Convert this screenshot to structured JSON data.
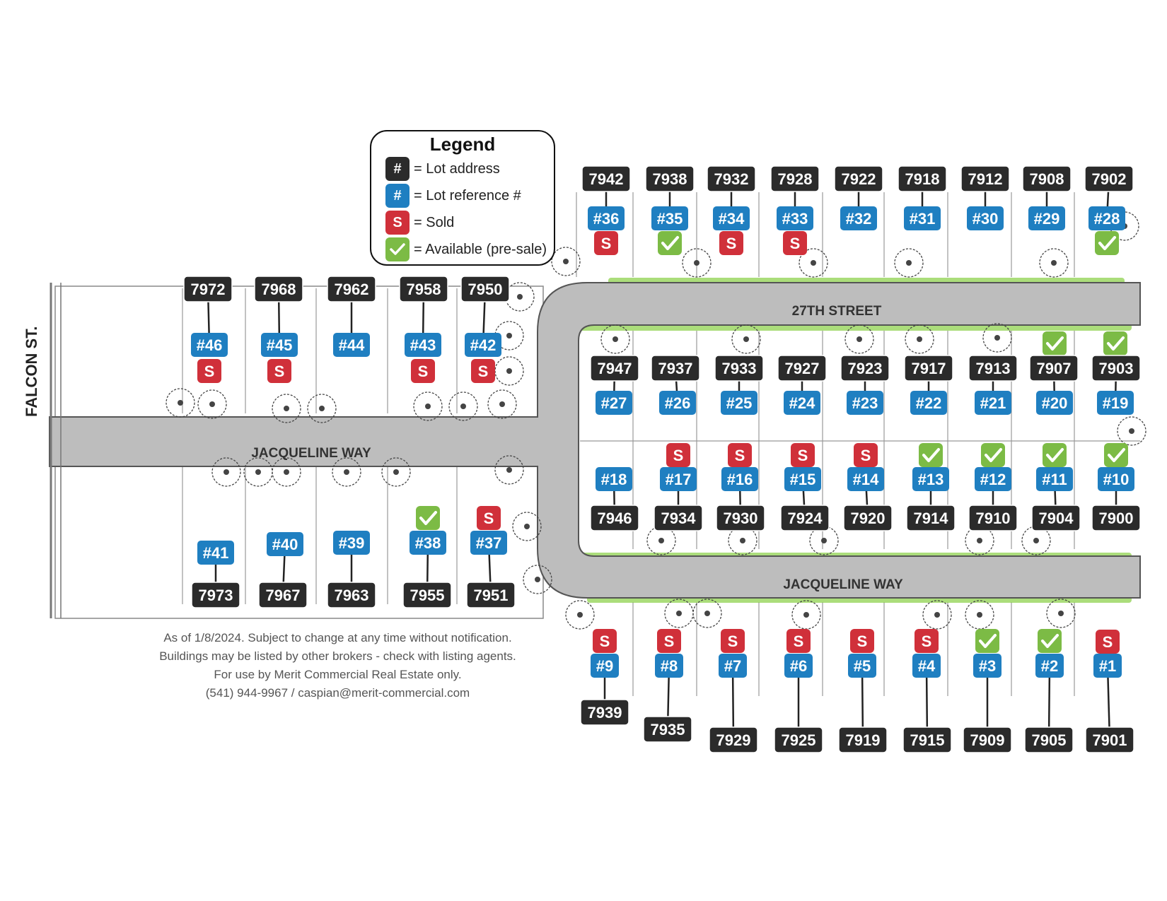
{
  "streets": {
    "falcon": "FALCON ST.",
    "street_27th": "27TH STREET",
    "jacqueline_west": "JACQUELINE WAY",
    "jacqueline_east": "JACQUELINE WAY"
  },
  "legend": {
    "title": "Legend",
    "items": [
      {
        "symbol": "#",
        "color": "#2b2b2b",
        "text": "= Lot address"
      },
      {
        "symbol": "#",
        "color": "#1f7fc1",
        "text": "= Lot reference #"
      },
      {
        "symbol": "S",
        "color": "#d0303a",
        "text": "= Sold"
      },
      {
        "symbol": "check-icon",
        "color": "#7cbb45",
        "text": "= Available (pre-sale)"
      }
    ]
  },
  "colors": {
    "address": "#2b2b2b",
    "reference": "#1f7fc1",
    "sold": "#d0303a",
    "available": "#7cbb45",
    "landscape": "#8fd14f",
    "road": "#bdbdbd"
  },
  "note": [
    "As of 1/8/2024. Subject to change at any time without notification.",
    "Buildings may be listed by other brokers - check with listing agents.",
    "For use by Merit Commercial Real Estate only.",
    "(541) 944-9967 / caspian@merit-commercial.com"
  ],
  "lots": [
    {
      "ref": "#1",
      "address": "7901",
      "status": "sold"
    },
    {
      "ref": "#2",
      "address": "7905",
      "status": "available"
    },
    {
      "ref": "#3",
      "address": "7909",
      "status": "available"
    },
    {
      "ref": "#4",
      "address": "7915",
      "status": "sold"
    },
    {
      "ref": "#5",
      "address": "7919",
      "status": "sold"
    },
    {
      "ref": "#6",
      "address": "7925",
      "status": "sold"
    },
    {
      "ref": "#7",
      "address": "7929",
      "status": "sold"
    },
    {
      "ref": "#8",
      "address": "7935",
      "status": "sold"
    },
    {
      "ref": "#9",
      "address": "7939",
      "status": "sold"
    },
    {
      "ref": "#10",
      "address": "7900",
      "status": "available"
    },
    {
      "ref": "#11",
      "address": "7904",
      "status": "available"
    },
    {
      "ref": "#12",
      "address": "7910",
      "status": "available"
    },
    {
      "ref": "#13",
      "address": "7914",
      "status": "available"
    },
    {
      "ref": "#14",
      "address": "7920",
      "status": "sold"
    },
    {
      "ref": "#15",
      "address": "7924",
      "status": "sold"
    },
    {
      "ref": "#16",
      "address": "7930",
      "status": "sold"
    },
    {
      "ref": "#17",
      "address": "7934",
      "status": "sold"
    },
    {
      "ref": "#18",
      "address": "7946",
      "status": "none"
    },
    {
      "ref": "#19",
      "address": "7903",
      "status": "available"
    },
    {
      "ref": "#20",
      "address": "7907",
      "status": "available"
    },
    {
      "ref": "#21",
      "address": "7913",
      "status": "none"
    },
    {
      "ref": "#22",
      "address": "7917",
      "status": "none"
    },
    {
      "ref": "#23",
      "address": "7923",
      "status": "none"
    },
    {
      "ref": "#24",
      "address": "7927",
      "status": "none"
    },
    {
      "ref": "#25",
      "address": "7933",
      "status": "none"
    },
    {
      "ref": "#26",
      "address": "7937",
      "status": "none"
    },
    {
      "ref": "#27",
      "address": "7947",
      "status": "none"
    },
    {
      "ref": "#28",
      "address": "7902",
      "status": "available"
    },
    {
      "ref": "#29",
      "address": "7908",
      "status": "none"
    },
    {
      "ref": "#30",
      "address": "7912",
      "status": "none"
    },
    {
      "ref": "#31",
      "address": "7918",
      "status": "none"
    },
    {
      "ref": "#32",
      "address": "7922",
      "status": "none"
    },
    {
      "ref": "#33",
      "address": "7928",
      "status": "sold"
    },
    {
      "ref": "#34",
      "address": "7932",
      "status": "sold"
    },
    {
      "ref": "#35",
      "address": "7938",
      "status": "available"
    },
    {
      "ref": "#36",
      "address": "7942",
      "status": "sold"
    },
    {
      "ref": "#37",
      "address": "7951",
      "status": "sold"
    },
    {
      "ref": "#38",
      "address": "7955",
      "status": "available"
    },
    {
      "ref": "#39",
      "address": "7963",
      "status": "none"
    },
    {
      "ref": "#40",
      "address": "7967",
      "status": "none"
    },
    {
      "ref": "#41",
      "address": "7973",
      "status": "none"
    },
    {
      "ref": "#42",
      "address": "7950",
      "status": "sold"
    },
    {
      "ref": "#43",
      "address": "7958",
      "status": "sold"
    },
    {
      "ref": "#44",
      "address": "7962",
      "status": "none"
    },
    {
      "ref": "#45",
      "address": "7968",
      "status": "sold"
    },
    {
      "ref": "#46",
      "address": "7972",
      "status": "sold"
    }
  ]
}
